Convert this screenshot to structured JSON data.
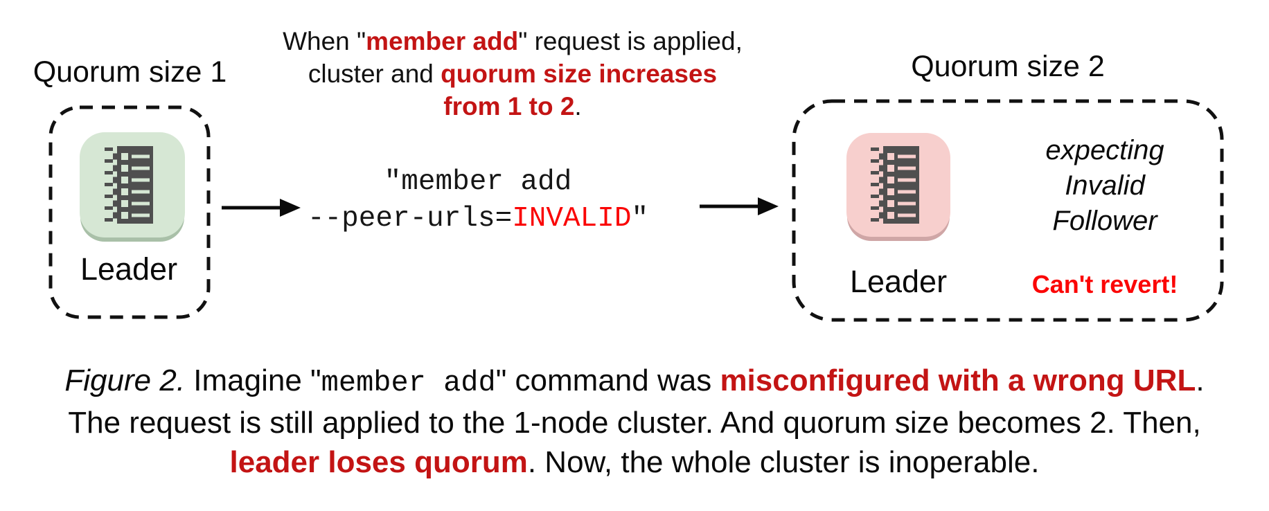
{
  "figure": {
    "annotation": {
      "line1": [
        "When \"",
        "member add",
        "\" request is applied,"
      ],
      "line2": [
        "cluster and ",
        "quorum size increases"
      ],
      "line3": [
        "from 1 to 2",
        "."
      ]
    },
    "left": {
      "title": "Quorum size 1",
      "node_label": "Leader"
    },
    "command": {
      "line1": "\"member add",
      "line2": [
        "--peer-urls=",
        "INVALID",
        "\""
      ]
    },
    "right": {
      "title": "Quorum size 2",
      "node_label": "Leader",
      "expecting": [
        "expecting",
        "Invalid",
        "Follower"
      ],
      "warning": "Can't revert!"
    },
    "caption": {
      "line1": [
        "Figure 2.",
        " Imagine \"",
        "member add",
        "\" command was ",
        "misconfigured with a wrong URL",
        "."
      ],
      "line2": "The request is still applied to the 1-node cluster. And quorum size becomes 2. Then,",
      "line3": [
        "leader loses quorum",
        ". Now, the whole cluster is inoperable."
      ]
    },
    "colors": {
      "emphasis_red": "#c31414",
      "bright_red": "#fa0505",
      "warning_red": "#fb0606",
      "node_green": "#d6e7d4",
      "node_green_shadow": "#a9c0a8",
      "node_pink": "#f7cfcd",
      "node_pink_shadow": "#cfa6a6",
      "icon_dark": "#4f4f4f",
      "outline_black": "#111111"
    }
  }
}
